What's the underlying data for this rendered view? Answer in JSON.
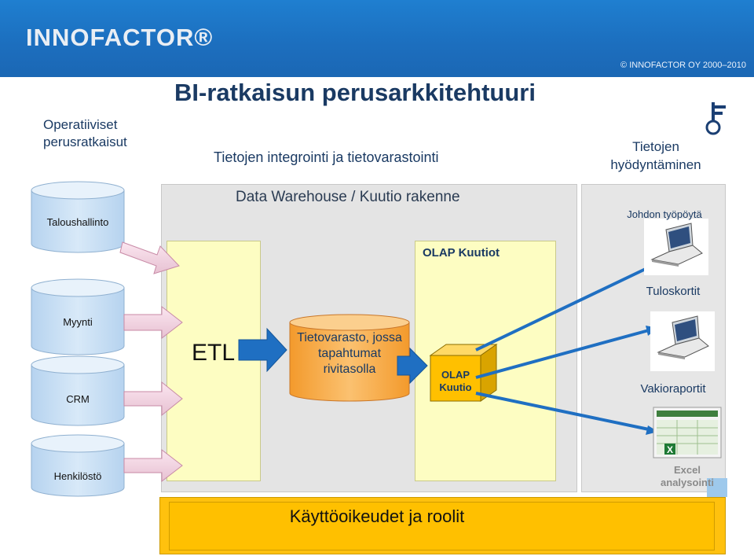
{
  "header": {
    "logo": "INNOFACTOR®",
    "copyright": "© INNOFACTOR OY 2000–2010"
  },
  "title": "BI-ratkaisun perusarkkitehtuuri",
  "columns": {
    "left": "Operatiiviset perusratkaisut",
    "middle": "Tietojen integrointi ja tietovarastointi",
    "right": "Tietojen hyödyntäminen"
  },
  "sources": [
    "Taloushallinto",
    "Myynti",
    "CRM",
    "Henkilöstö"
  ],
  "warehouse": {
    "title": "Data Warehouse / Kuutio rakenne",
    "etl": "ETL",
    "storage": "Tietovarasto, jossa tapahtumat rivitasolla",
    "olap_section": "OLAP Kuutiot",
    "olap_cube": "OLAP Kuutio"
  },
  "outputs": {
    "dashboard": "Johdon työpöytä",
    "scorecards": "Tuloskortit",
    "reports": "Vakioraportit",
    "excel": "Excel analysointi"
  },
  "roles_bar": "Käyttöoikeudet ja roolit",
  "colors": {
    "header_blue": "#1c6fbf",
    "title_navy": "#1a3a63",
    "cylinder_blue": "#c9dff4",
    "cylinder_top": "#e8f2fb",
    "yellow_panel": "#fdfdc2",
    "orange_cylinder": "#f7a43e",
    "olap_cube": "#ffc000",
    "arrow_blue": "#1f6fc2",
    "roles_orange": "#ffc000"
  }
}
